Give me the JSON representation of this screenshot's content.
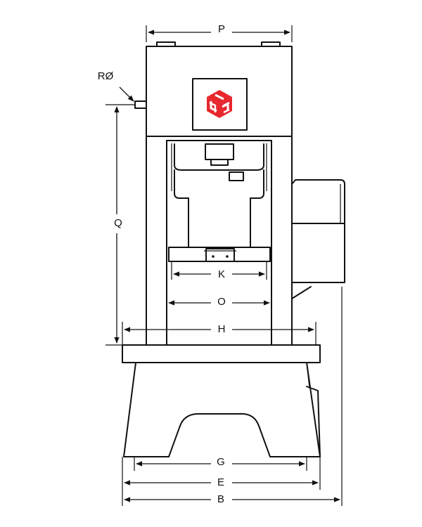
{
  "diagram": {
    "labels": {
      "P": "P",
      "R": "RØ",
      "Q": "Q",
      "K": "K",
      "O": "O",
      "H": "H",
      "G": "G",
      "E": "E",
      "B": "B"
    },
    "colors": {
      "line": "#111111",
      "logo": "#e8262d",
      "background": "#ffffff"
    },
    "logo_icon": "jjc-logo-icon"
  }
}
